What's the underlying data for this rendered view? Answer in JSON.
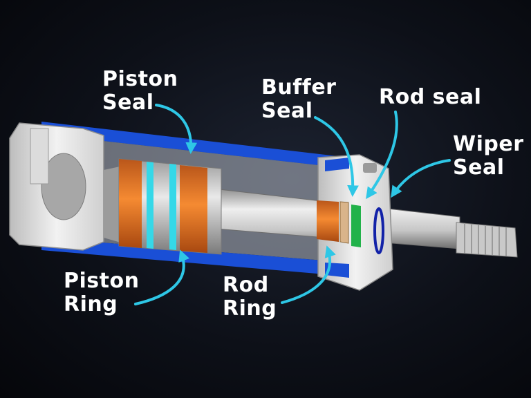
{
  "labels": {
    "piston_seal": [
      "Piston",
      "Seal"
    ],
    "buffer_seal": [
      "Buffer",
      "Seal"
    ],
    "rod_seal": [
      "Rod seal"
    ],
    "wiper_seal": [
      "Wiper",
      "Seal"
    ],
    "piston_ring": [
      "Piston",
      "Ring"
    ],
    "rod_ring": [
      "Rod",
      "Ring"
    ]
  },
  "colors": {
    "arrow": "#2ec7e6",
    "housing_blue": "#1a4fd6",
    "piston_orange": "#f07a22",
    "seal_cyan": "#35d8e8",
    "rod_seal_green": "#22b24a",
    "wiper_seal_navy": "#1222a8",
    "metal": "#d8d8d8"
  }
}
